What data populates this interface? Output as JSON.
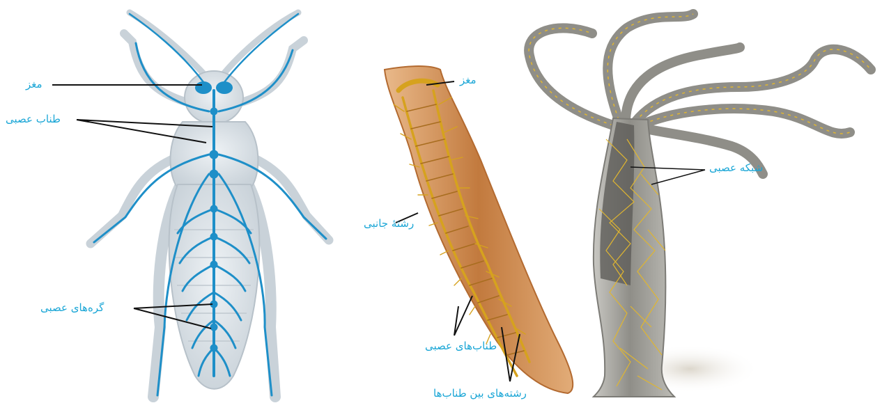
{
  "insect": {
    "labels": {
      "brain": "مغز",
      "nerve_cord": "طناب عصبی",
      "ganglia": "گره‌های عصبی"
    }
  },
  "flatworm": {
    "labels": {
      "brain": "مغز",
      "lateral_cord": "رشتهٔ جانبی",
      "nerve_cords": "طناب‌های عصبی",
      "connectives": "رشته‌های بین طناب‌ها"
    }
  },
  "hydra": {
    "labels": {
      "nerve_net": "شبکه عصبی"
    }
  },
  "colors": {
    "label_text": "#1aa6d6",
    "insect_nerves": "#1e8fc8",
    "insect_body": "#d4dce2",
    "flatworm_body": "#c98a4c",
    "flatworm_nerves": "#d6a21e",
    "hydra_body": "#9a9a94",
    "hydra_nerves": "#e0b630",
    "pointer_lines": "#111111"
  }
}
